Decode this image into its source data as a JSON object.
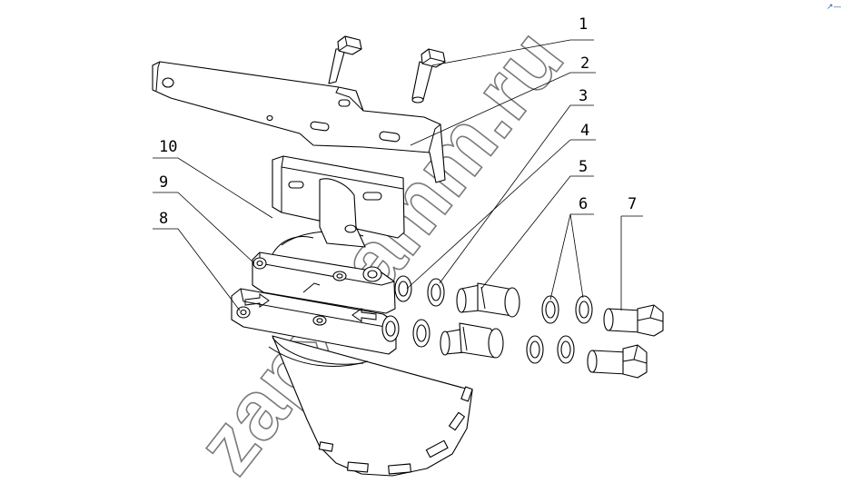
{
  "diagram": {
    "callouts": [
      "1",
      "2",
      "3",
      "4",
      "5",
      "6",
      "7",
      "8",
      "9",
      "10"
    ],
    "watermark": "zapxcamm.ru",
    "corner_mark": "↗—"
  },
  "colors": {
    "line": "#000000",
    "background": "#ffffff",
    "watermark_outline": "#7a7a7a"
  }
}
